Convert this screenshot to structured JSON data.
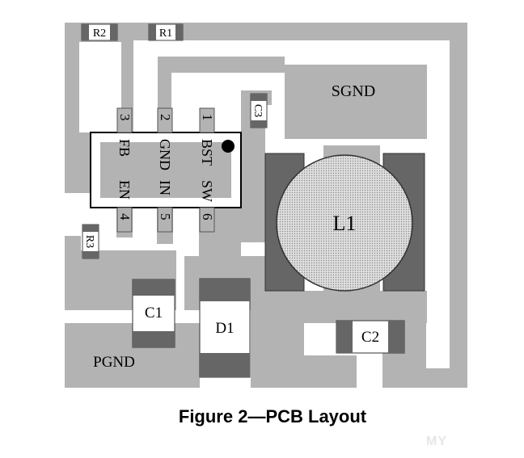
{
  "figure": {
    "caption": "Figure 2—PCB Layout",
    "watermark": "MY"
  },
  "colors": {
    "copper": "#b3b3b3",
    "pad": "#666666",
    "background": "#ffffff",
    "outline": "#000000"
  },
  "labels": {
    "sgnd": "SGND",
    "pgnd": "PGND",
    "l1": "L1",
    "c1": "C1",
    "c2": "C2",
    "c3": "C3",
    "d1": "D1",
    "r1": "R1",
    "r2": "R2",
    "r3": "R3"
  },
  "ic": {
    "pins_top": [
      "3",
      "2",
      "1"
    ],
    "pins_bottom": [
      "4",
      "5",
      "6"
    ],
    "names_top": [
      "FB",
      "GND",
      "BST"
    ],
    "names_bottom": [
      "EN",
      "IN",
      "SW"
    ]
  }
}
